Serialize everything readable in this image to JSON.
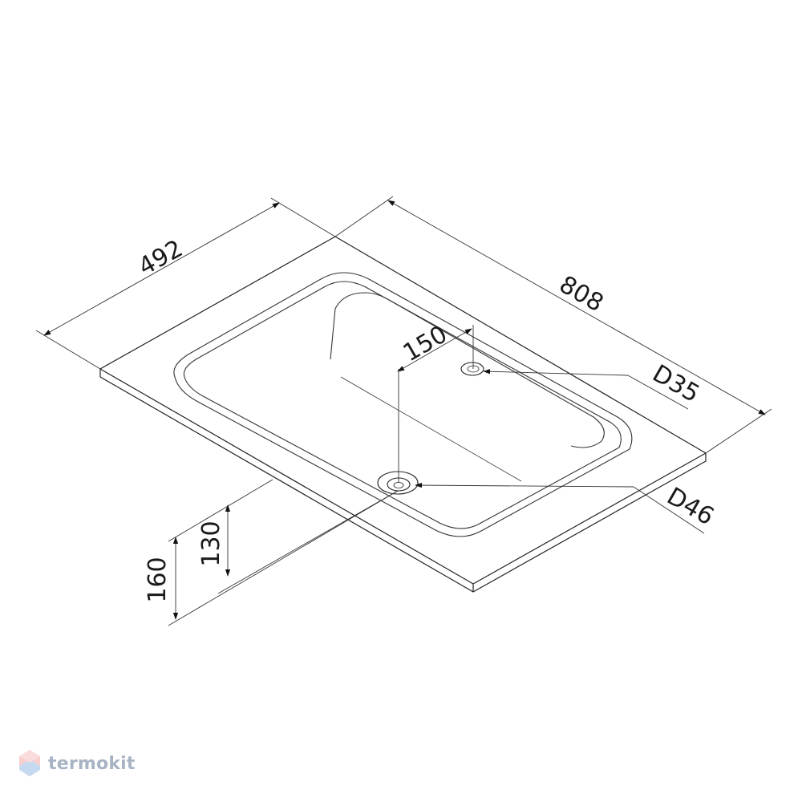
{
  "dimensions": {
    "width": "808",
    "depth": "492",
    "drain_offset": "150",
    "height_total": "160",
    "height_bowl": "130"
  },
  "holes": {
    "tap_hole": "D35",
    "drain_hole": "D46"
  },
  "watermark": {
    "brand": "termokit",
    "accent_colors": [
      "#f08080",
      "#6a9fd8"
    ]
  }
}
